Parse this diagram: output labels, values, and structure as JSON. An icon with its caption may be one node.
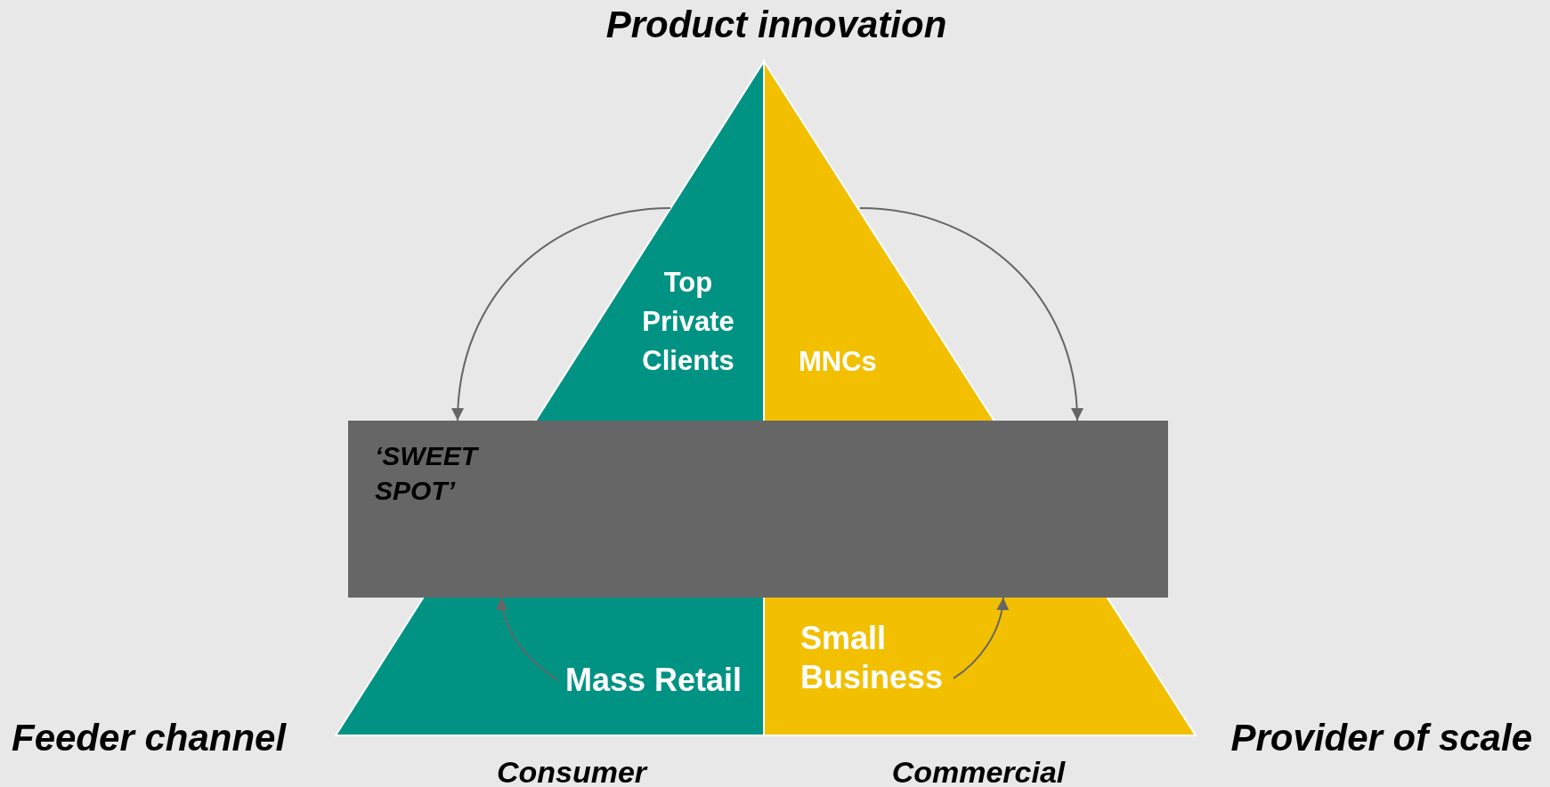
{
  "diagram": {
    "nodes": [
      {
        "text": [
          "Top Private Clients"
        ]
      },
      {
        "text": [
          "Mass Retail"
        ],
        "in": 0
      },
      {
        "text": [
          "MNCs"
        ]
      },
      {
        "text": [
          "Small Business"
        ],
        "in": 2
      },
      {
        "text": [
          "‘SWEET SPOT’"
        ]
      }
    ],
    "edges": [
      {
        "from": 0,
        "to": 4,
        "arrow": "to"
      },
      {
        "from": 2,
        "to": 4,
        "arrow": "to"
      },
      {
        "from": 1,
        "to": 4,
        "arrow": "to"
      },
      {
        "from": 3,
        "to": 4,
        "arrow": "to"
      }
    ],
    "labels": [
      "Product innovation",
      "Feeder channel",
      "Provider of scale",
      "Consumer",
      "Commercial"
    ]
  }
}
